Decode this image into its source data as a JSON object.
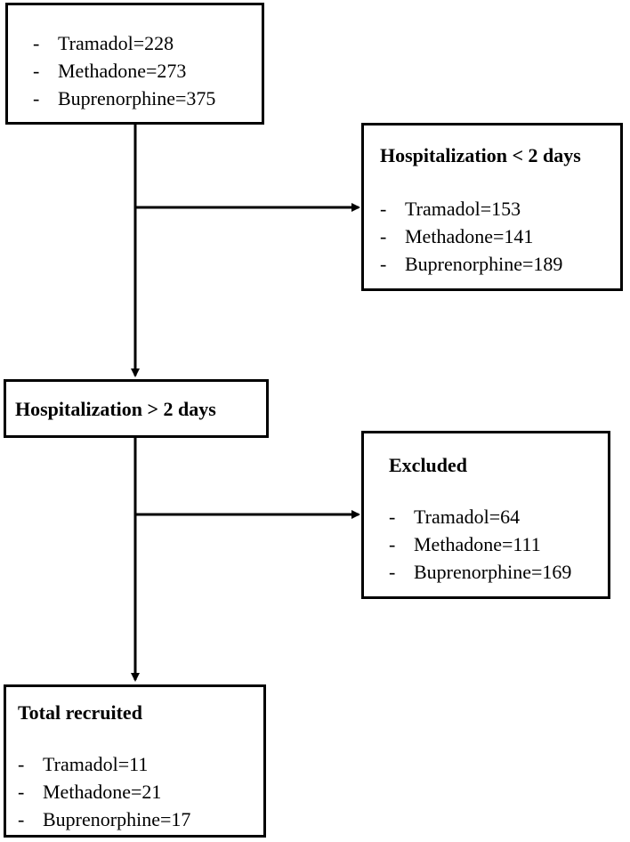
{
  "boxes": {
    "initial": {
      "items": [
        {
          "bullet": "-",
          "text": "Tramadol=228"
        },
        {
          "bullet": "-",
          "text": "Methadone=273"
        },
        {
          "bullet": "-",
          "text": "Buprenorphine=375"
        }
      ]
    },
    "hosp_lt2": {
      "title": "Hospitalization < 2 days",
      "items": [
        {
          "bullet": "-",
          "text": "Tramadol=153"
        },
        {
          "bullet": "-",
          "text": "Methadone=141"
        },
        {
          "bullet": "-",
          "text": "Buprenorphine=189"
        }
      ]
    },
    "hosp_gt2": {
      "title": "Hospitalization > 2 days"
    },
    "excluded": {
      "title": "Excluded",
      "items": [
        {
          "bullet": "-",
          "text": "Tramadol=64"
        },
        {
          "bullet": "-",
          "text": "Methadone=111"
        },
        {
          "bullet": "-",
          "text": "Buprenorphine=169"
        }
      ]
    },
    "total": {
      "title": "Total recruited",
      "items": [
        {
          "bullet": "-",
          "text": "Tramadol=11"
        },
        {
          "bullet": "-",
          "text": "Methadone=21"
        },
        {
          "bullet": "-",
          "text": "Buprenorphine=17"
        }
      ]
    }
  }
}
